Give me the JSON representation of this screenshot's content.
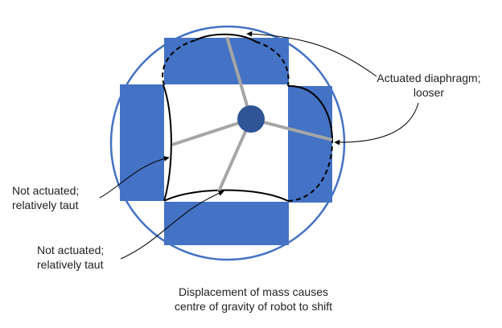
{
  "labels": {
    "actuated": [
      "Actuated diaphragm;",
      "looser"
    ],
    "not_actuated_upper": [
      "Not actuated;",
      "relatively taut"
    ],
    "not_actuated_lower": [
      "Not actuated;",
      "relatively taut"
    ],
    "caption": [
      "Displacement of mass causes",
      "centre of gravity of robot to shift"
    ]
  },
  "colors": {
    "block_fill": "#4472C4",
    "outer_circle": "#4472C4",
    "mass": "#2F5597",
    "spokes": "#A6A6A6",
    "diaphragm": "#000000",
    "leader_lines": "#000000",
    "text": "#222222"
  },
  "icons": {
    "mass": "filled-circle",
    "diaphragm_actuated": "dashed-curve"
  }
}
